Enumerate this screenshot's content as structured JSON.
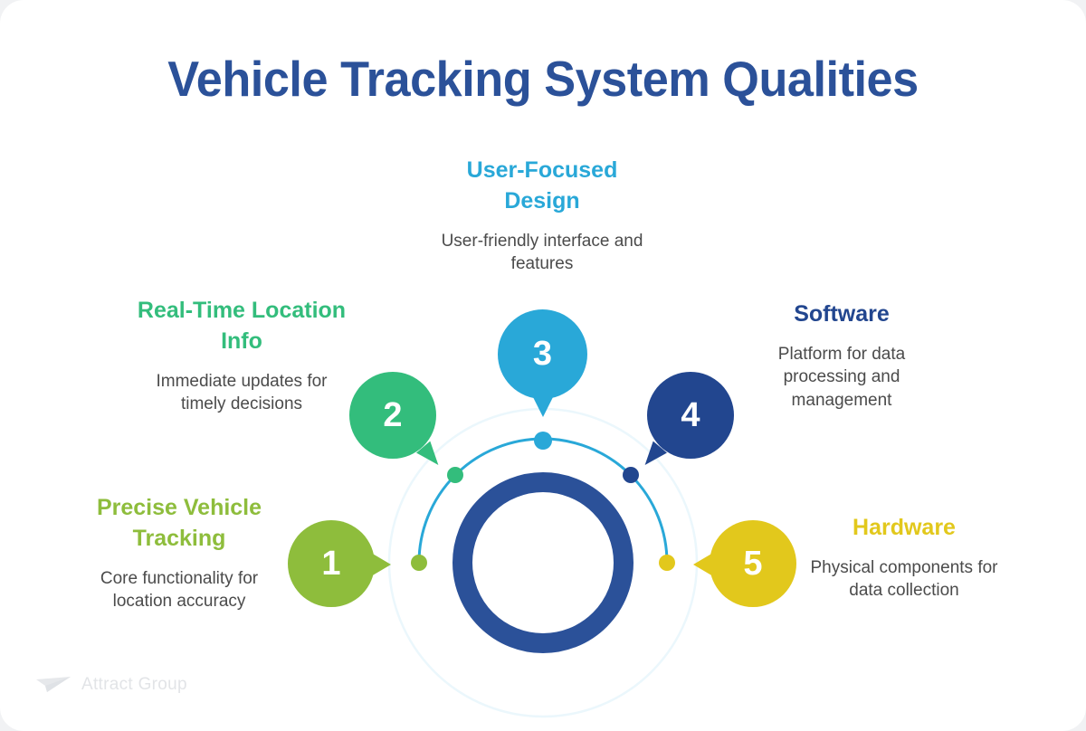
{
  "page": {
    "title": "Vehicle Tracking System Qualities",
    "background_color": "#ffffff",
    "outer_color": "#f1f2f4",
    "title_color": "#2b5199"
  },
  "diagram": {
    "center_ring_color": "#2b5199",
    "arc_color": "#29a8d8",
    "faint_circle_color": "#e6f4fb",
    "items": [
      {
        "number": "1",
        "heading": "Precise Vehicle Tracking",
        "description": "Core functionality for location accuracy",
        "color": "#8ebd3c",
        "tail": "tail-right"
      },
      {
        "number": "2",
        "heading": "Real-Time Location Info",
        "description": "Immediate updates for timely decisions",
        "color": "#33bd7c",
        "tail": "tail-br"
      },
      {
        "number": "3",
        "heading": "User-Focused Design",
        "description": "User-friendly interface and features",
        "color": "#29a8d8",
        "tail": "tail-down"
      },
      {
        "number": "4",
        "heading": "Software",
        "description": "Platform for data processing and management",
        "color": "#22468f",
        "tail": "tail-bl"
      },
      {
        "number": "5",
        "heading": "Hardware",
        "description": "Physical components for data collection",
        "color": "#e2c81c",
        "tail": "tail-left"
      }
    ]
  },
  "logo": {
    "name": "Attract Group",
    "icon": "paper-plane-icon",
    "color": "#e2e4e7"
  }
}
